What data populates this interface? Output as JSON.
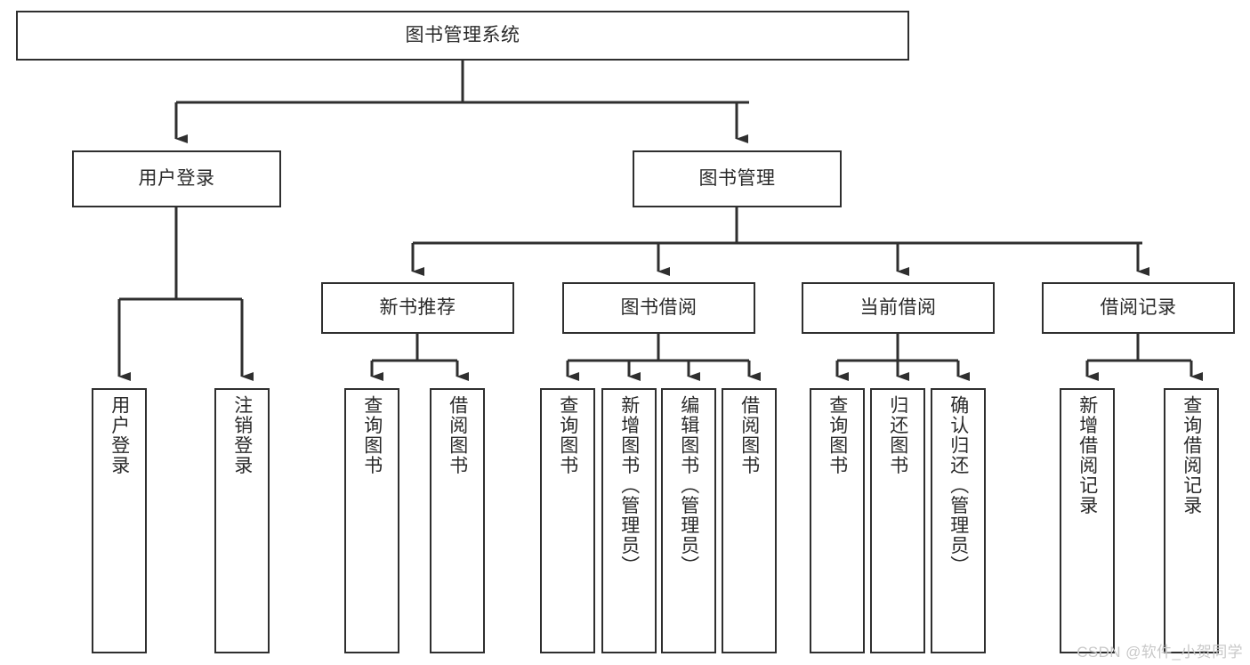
{
  "diagram": {
    "type": "hierarchy-tree",
    "title": "图书管理系统",
    "colors": {
      "stroke": "#2f2f2f",
      "fill": "#ffffff",
      "text": "#2a2a2a",
      "watermark": "#c9c9c9"
    },
    "levels": {
      "root": [
        "图书管理系统"
      ],
      "level2": [
        "用户登录",
        "图书管理"
      ],
      "level3": [
        "新书推荐",
        "图书借阅",
        "当前借阅",
        "借阅记录"
      ],
      "leaves": [
        "用户登录",
        "注销登录",
        "查询图书",
        "借阅图书",
        "查询图书",
        "新增图书（管理员）",
        "编辑图书（管理员）",
        "借阅图书",
        "查询图书",
        "归还图书",
        "确认归还（管理员）",
        "新增借阅记录",
        "查询借阅记录"
      ]
    },
    "nodes": {
      "root": {
        "label": "图书管理系统"
      },
      "user_login": {
        "label": "用户登录"
      },
      "book_manage": {
        "label": "图书管理"
      },
      "new_book_rec": {
        "label": "新书推荐"
      },
      "book_borrow": {
        "label": "图书借阅"
      },
      "current_borrow": {
        "label": "当前借阅"
      },
      "borrow_record": {
        "label": "借阅记录"
      },
      "leaf_user_login": {
        "label": "用户登录"
      },
      "leaf_logout": {
        "label": "注销登录"
      },
      "leaf_query_book_1": {
        "label": "查询图书"
      },
      "leaf_borrow_book_1": {
        "label": "借阅图书"
      },
      "leaf_query_book_2": {
        "label": "查询图书"
      },
      "leaf_add_book": {
        "label": "新增图书（管理员）"
      },
      "leaf_edit_book": {
        "label": "编辑图书（管理员）"
      },
      "leaf_borrow_book_2": {
        "label": "借阅图书"
      },
      "leaf_query_book_3": {
        "label": "查询图书"
      },
      "leaf_return_book": {
        "label": "归还图书"
      },
      "leaf_confirm_return": {
        "label": "确认归还（管理员）"
      },
      "leaf_add_record": {
        "label": "新增借阅记录"
      },
      "leaf_query_record": {
        "label": "查询借阅记录"
      }
    },
    "edges": [
      {
        "from": "root",
        "to": "user_login"
      },
      {
        "from": "root",
        "to": "book_manage"
      },
      {
        "from": "user_login",
        "to": "leaf_user_login"
      },
      {
        "from": "user_login",
        "to": "leaf_logout"
      },
      {
        "from": "book_manage",
        "to": "new_book_rec"
      },
      {
        "from": "book_manage",
        "to": "book_borrow"
      },
      {
        "from": "book_manage",
        "to": "current_borrow"
      },
      {
        "from": "book_manage",
        "to": "borrow_record"
      },
      {
        "from": "new_book_rec",
        "to": "leaf_query_book_1"
      },
      {
        "from": "new_book_rec",
        "to": "leaf_borrow_book_1"
      },
      {
        "from": "book_borrow",
        "to": "leaf_query_book_2"
      },
      {
        "from": "book_borrow",
        "to": "leaf_add_book"
      },
      {
        "from": "book_borrow",
        "to": "leaf_edit_book"
      },
      {
        "from": "book_borrow",
        "to": "leaf_borrow_book_2"
      },
      {
        "from": "current_borrow",
        "to": "leaf_query_book_3"
      },
      {
        "from": "current_borrow",
        "to": "leaf_return_book"
      },
      {
        "from": "current_borrow",
        "to": "leaf_confirm_return"
      },
      {
        "from": "borrow_record",
        "to": "leaf_add_record"
      },
      {
        "from": "borrow_record",
        "to": "leaf_query_record"
      }
    ]
  },
  "watermark": {
    "text": "CSDN @软件_小贺同学"
  }
}
